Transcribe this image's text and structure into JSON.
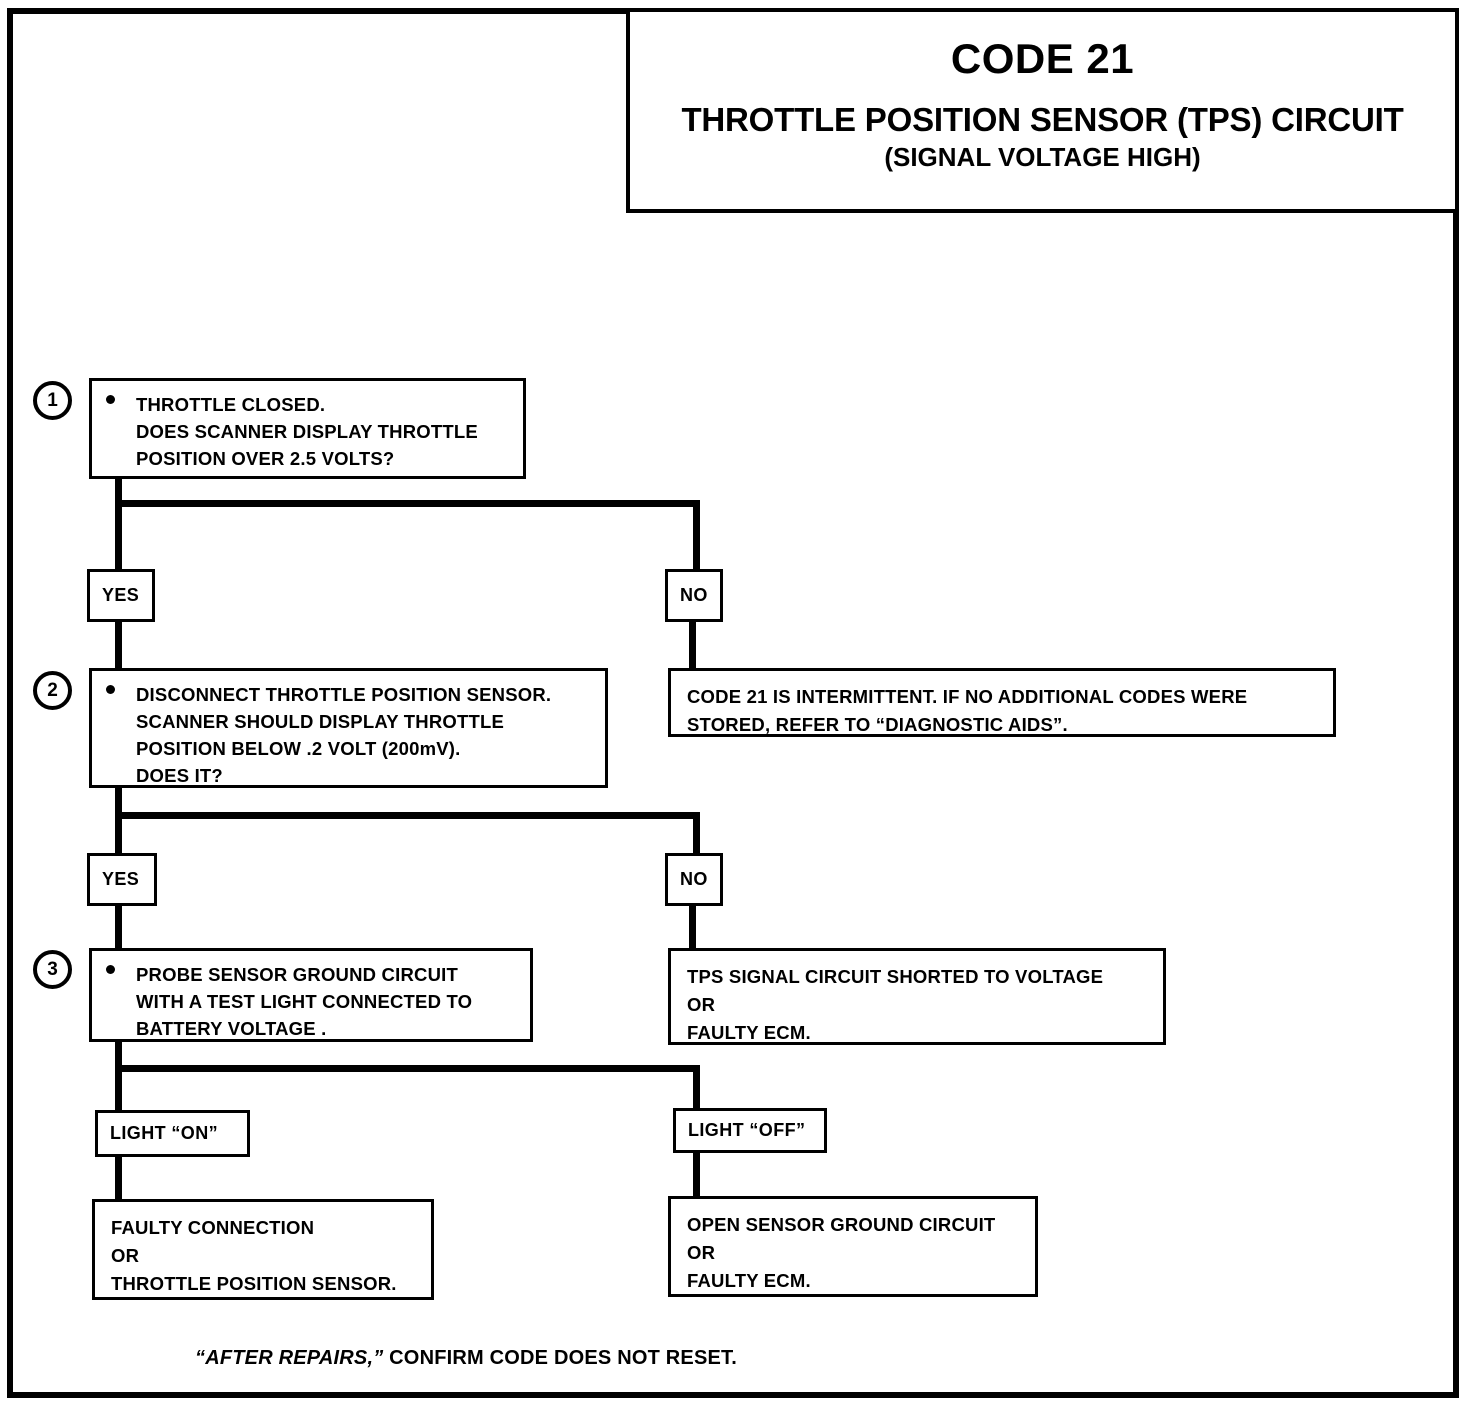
{
  "title": {
    "code": "CODE 21",
    "main": "THROTTLE POSITION SENSOR (TPS) CIRCUIT",
    "sub": "(SIGNAL VOLTAGE HIGH)"
  },
  "steps": [
    {
      "number": "1",
      "text": "THROTTLE CLOSED.\nDOES SCANNER DISPLAY THROTTLE\nPOSITION  OVER 2.5 VOLTS?"
    },
    {
      "number": "2",
      "text": "DISCONNECT THROTTLE POSITION SENSOR.\nSCANNER SHOULD DISPLAY THROTTLE\nPOSITION BELOW .2 VOLT (200mV).\nDOES IT?"
    },
    {
      "number": "3",
      "text": "PROBE SENSOR GROUND CIRCUIT\nWITH A TEST LIGHT CONNECTED TO\nBATTERY VOLTAGE ."
    }
  ],
  "branch_labels": {
    "yes1": "YES",
    "no1": "NO",
    "yes2": "YES",
    "no2": "NO",
    "light_on": "LIGHT “ON”",
    "light_off": "LIGHT “OFF”"
  },
  "results": {
    "intermittent": "CODE 21 IS INTERMITTENT.  IF NO ADDITIONAL CODES WERE\nSTORED, REFER TO  “DIAGNOSTIC AIDS”.",
    "shorted": "TPS SIGNAL CIRCUIT SHORTED TO VOLTAGE\nOR\nFAULTY ECM.",
    "faulty_connection": "FAULTY CONNECTION\nOR\nTHROTTLE POSITION SENSOR.",
    "open_ground": "OPEN SENSOR GROUND CIRCUIT\nOR\nFAULTY ECM."
  },
  "footer": {
    "emphasis": "“AFTER REPAIRS,”",
    "rest": " CONFIRM CODE DOES NOT RESET."
  },
  "colors": {
    "ink": "#000000",
    "paper": "#ffffff"
  }
}
